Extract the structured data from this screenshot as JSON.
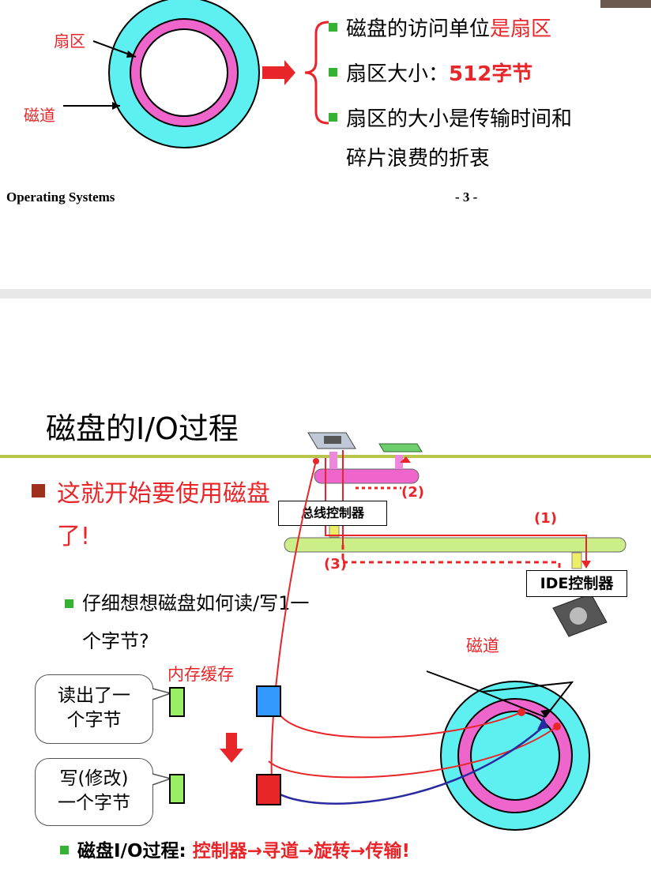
{
  "slide1": {
    "disk_label_sector": "扇区",
    "disk_label_track": "磁道",
    "bullets": [
      {
        "prefix": "磁盘的访问单位",
        "highlight": "是扇区"
      },
      {
        "prefix": "扇区大小：",
        "highlight": "512字节"
      },
      {
        "line1": "扇区的大小是传输时间和",
        "line2": "碎片浪费的折衷"
      }
    ],
    "footer_left": "Operating Systems",
    "footer_page": "- 3 -"
  },
  "slide2": {
    "title": "磁盘的I/O过程",
    "main_bullet_line1": "这就开始要使用磁盘",
    "main_bullet_line2": "了!",
    "sub_bullet_line1": "仔细想想磁盘如何读/写1一",
    "sub_bullet_line2": "个字节?",
    "bus_controller": "总线控制器",
    "ide_controller": "IDE控制器",
    "step1": "(1)",
    "step2": "(2)",
    "step3": "(3)",
    "track_label": "磁道",
    "cache_label": "内存缓存",
    "read_bubble_line1": "读出了一",
    "read_bubble_line2": "个字节",
    "write_bubble_line1": "写(修改)",
    "write_bubble_line2": "一个字节",
    "process_label": "磁盘I/O过程: ",
    "process_steps": "控制器→寻道→旋转→传输!",
    "colors": {
      "cell_green": "#99ee66",
      "cell_blue": "#3399ff",
      "cell_red": "#e8262a",
      "disk_outer": "#5ef0f0",
      "disk_mid": "#ee66cc",
      "bus": "#ccee88"
    }
  }
}
